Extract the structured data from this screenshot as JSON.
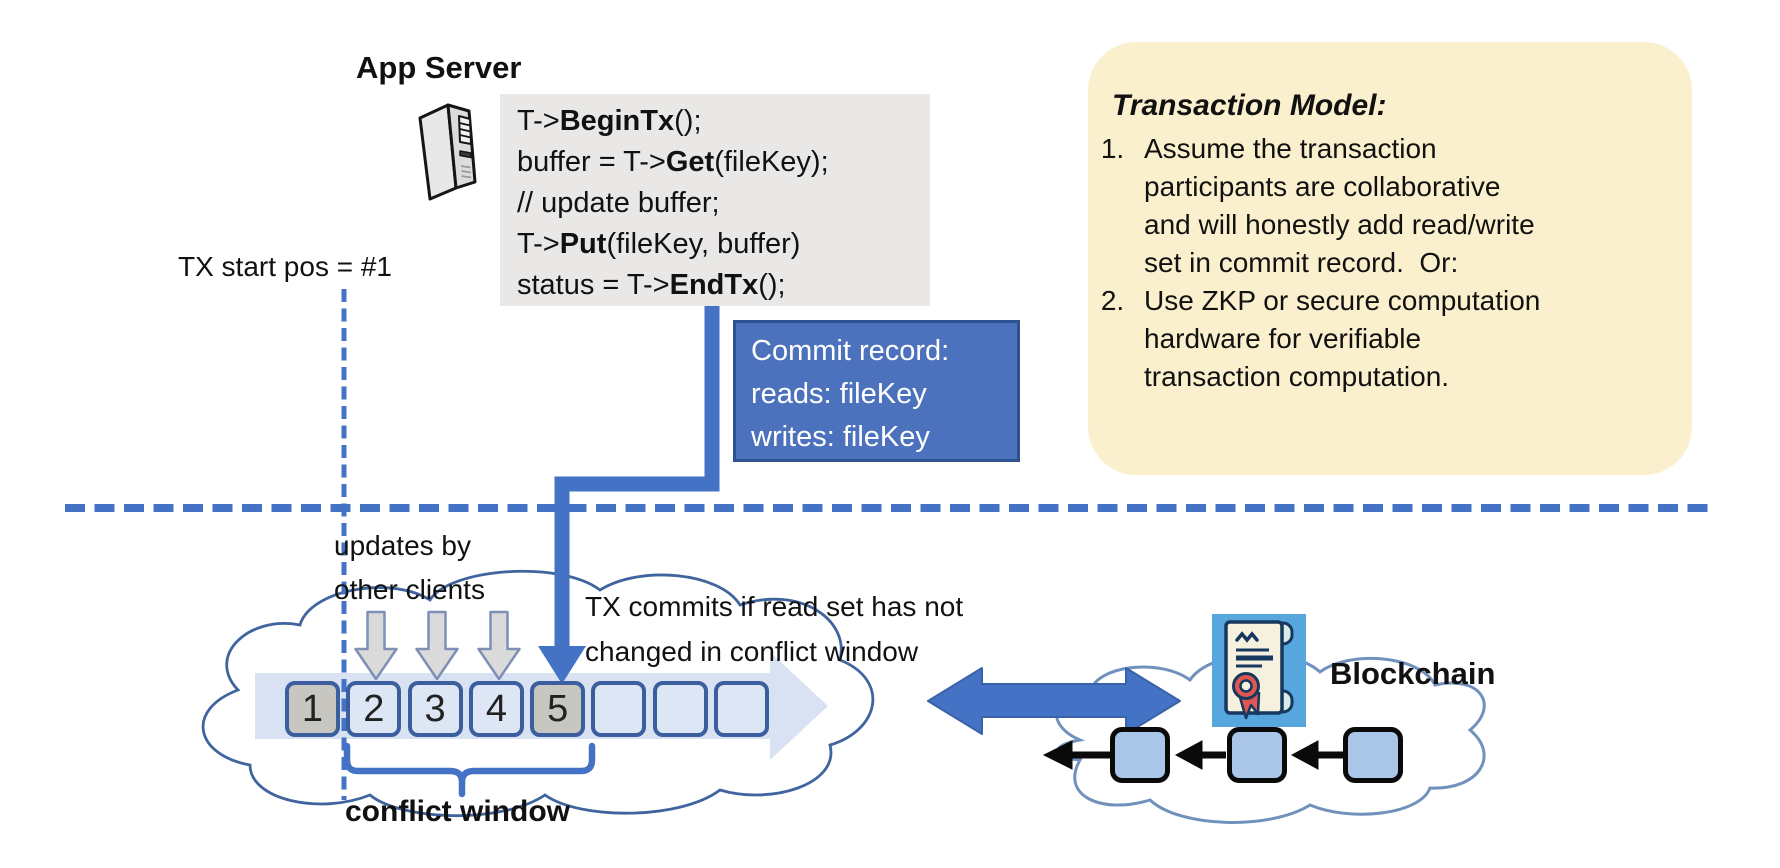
{
  "app_server": {
    "label": "App Server"
  },
  "code_block": {
    "lines": [
      [
        {
          "t": "T->"
        },
        {
          "t": "BeginTx",
          "b": true
        },
        {
          "t": "();"
        }
      ],
      [
        {
          "t": "buffer = T->"
        },
        {
          "t": "Get",
          "b": true
        },
        {
          "t": "(fileKey);"
        }
      ],
      [
        {
          "t": "// update buffer;"
        }
      ],
      [
        {
          "t": "T->"
        },
        {
          "t": "Put",
          "b": true
        },
        {
          "t": "(fileKey, buffer)"
        }
      ],
      [
        {
          "t": "status = T->"
        },
        {
          "t": "EndTx",
          "b": true
        },
        {
          "t": "();"
        }
      ]
    ]
  },
  "labels": {
    "tx_start": "TX start pos = #1",
    "updates_by": "updates by\nother clients",
    "commit_note": "TX commits if read set has not\nchanged in conflict window",
    "conflict_window": "conflict window",
    "blockchain": "Blockchain"
  },
  "commit_record": {
    "line1": "Commit record:",
    "line2": "reads: fileKey",
    "line3": "writes: fileKey"
  },
  "transaction_model": {
    "title": "Transaction Model:",
    "items": [
      "Assume the transaction\nparticipants are collaborative\nand will honestly add read/write\nset in commit record.  Or:",
      "Use ZKP or secure computation\nhardware for verifiable\ntransaction computation."
    ]
  },
  "timeline": {
    "boxes": [
      {
        "label": "1",
        "highlighted": true
      },
      {
        "label": "2",
        "highlighted": false
      },
      {
        "label": "3",
        "highlighted": false
      },
      {
        "label": "4",
        "highlighted": false
      },
      {
        "label": "5",
        "highlighted": true
      },
      {
        "label": "",
        "highlighted": false
      },
      {
        "label": "",
        "highlighted": false
      },
      {
        "label": "",
        "highlighted": false
      }
    ]
  },
  "blockchain": {
    "block_count": 3
  },
  "colors": {
    "accent_blue": "#4472C4",
    "commit_fill": "#4C72BE",
    "commit_border": "#2E5191",
    "note_bg": "#FBF0CD",
    "code_bg": "#E9E8E6",
    "box_border": "#3A5E9E",
    "box_fill": "#DCE6F4",
    "box_fill_highlight": "#C8C6C1",
    "band_fill": "#D8E2F2",
    "cloud_stroke": "#3F649E",
    "chain_cloud_stroke": "#7191BD",
    "block_fill": "#A9C6E8"
  }
}
